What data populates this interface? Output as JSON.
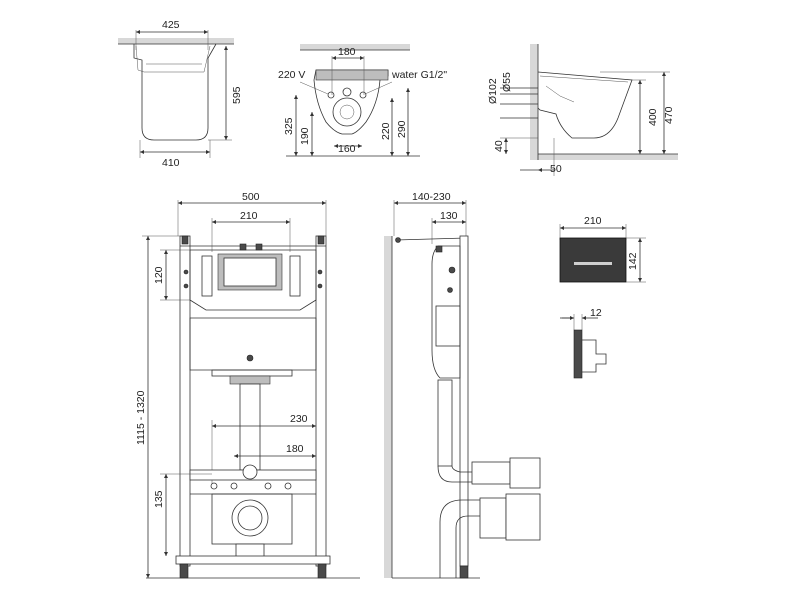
{
  "dimensions": {
    "bowl_top": {
      "width_top": "425",
      "width_bottom": "410",
      "height": "595"
    },
    "bowl_front": {
      "hole_spacing": "180",
      "power": "220 V",
      "water": "water G1/2\"",
      "h325": "325",
      "h190": "190",
      "h220": "220",
      "h290": "290",
      "outlet_spacing": "160"
    },
    "bowl_side": {
      "d102": "Ø102",
      "d55": "Ø55",
      "h400": "400",
      "h470": "470",
      "h40": "40",
      "offset50": "50"
    },
    "frame_front": {
      "width": "500",
      "tank_width": "210",
      "tank_height": "120",
      "height_range": "1115 - 1320",
      "stud_spacing_outer": "230",
      "stud_spacing_inner": "180",
      "drain_height": "135"
    },
    "frame_side": {
      "depth_range": "140-230",
      "depth": "130"
    },
    "flush_plate": {
      "width": "210",
      "height": "142",
      "thickness": "12"
    }
  }
}
